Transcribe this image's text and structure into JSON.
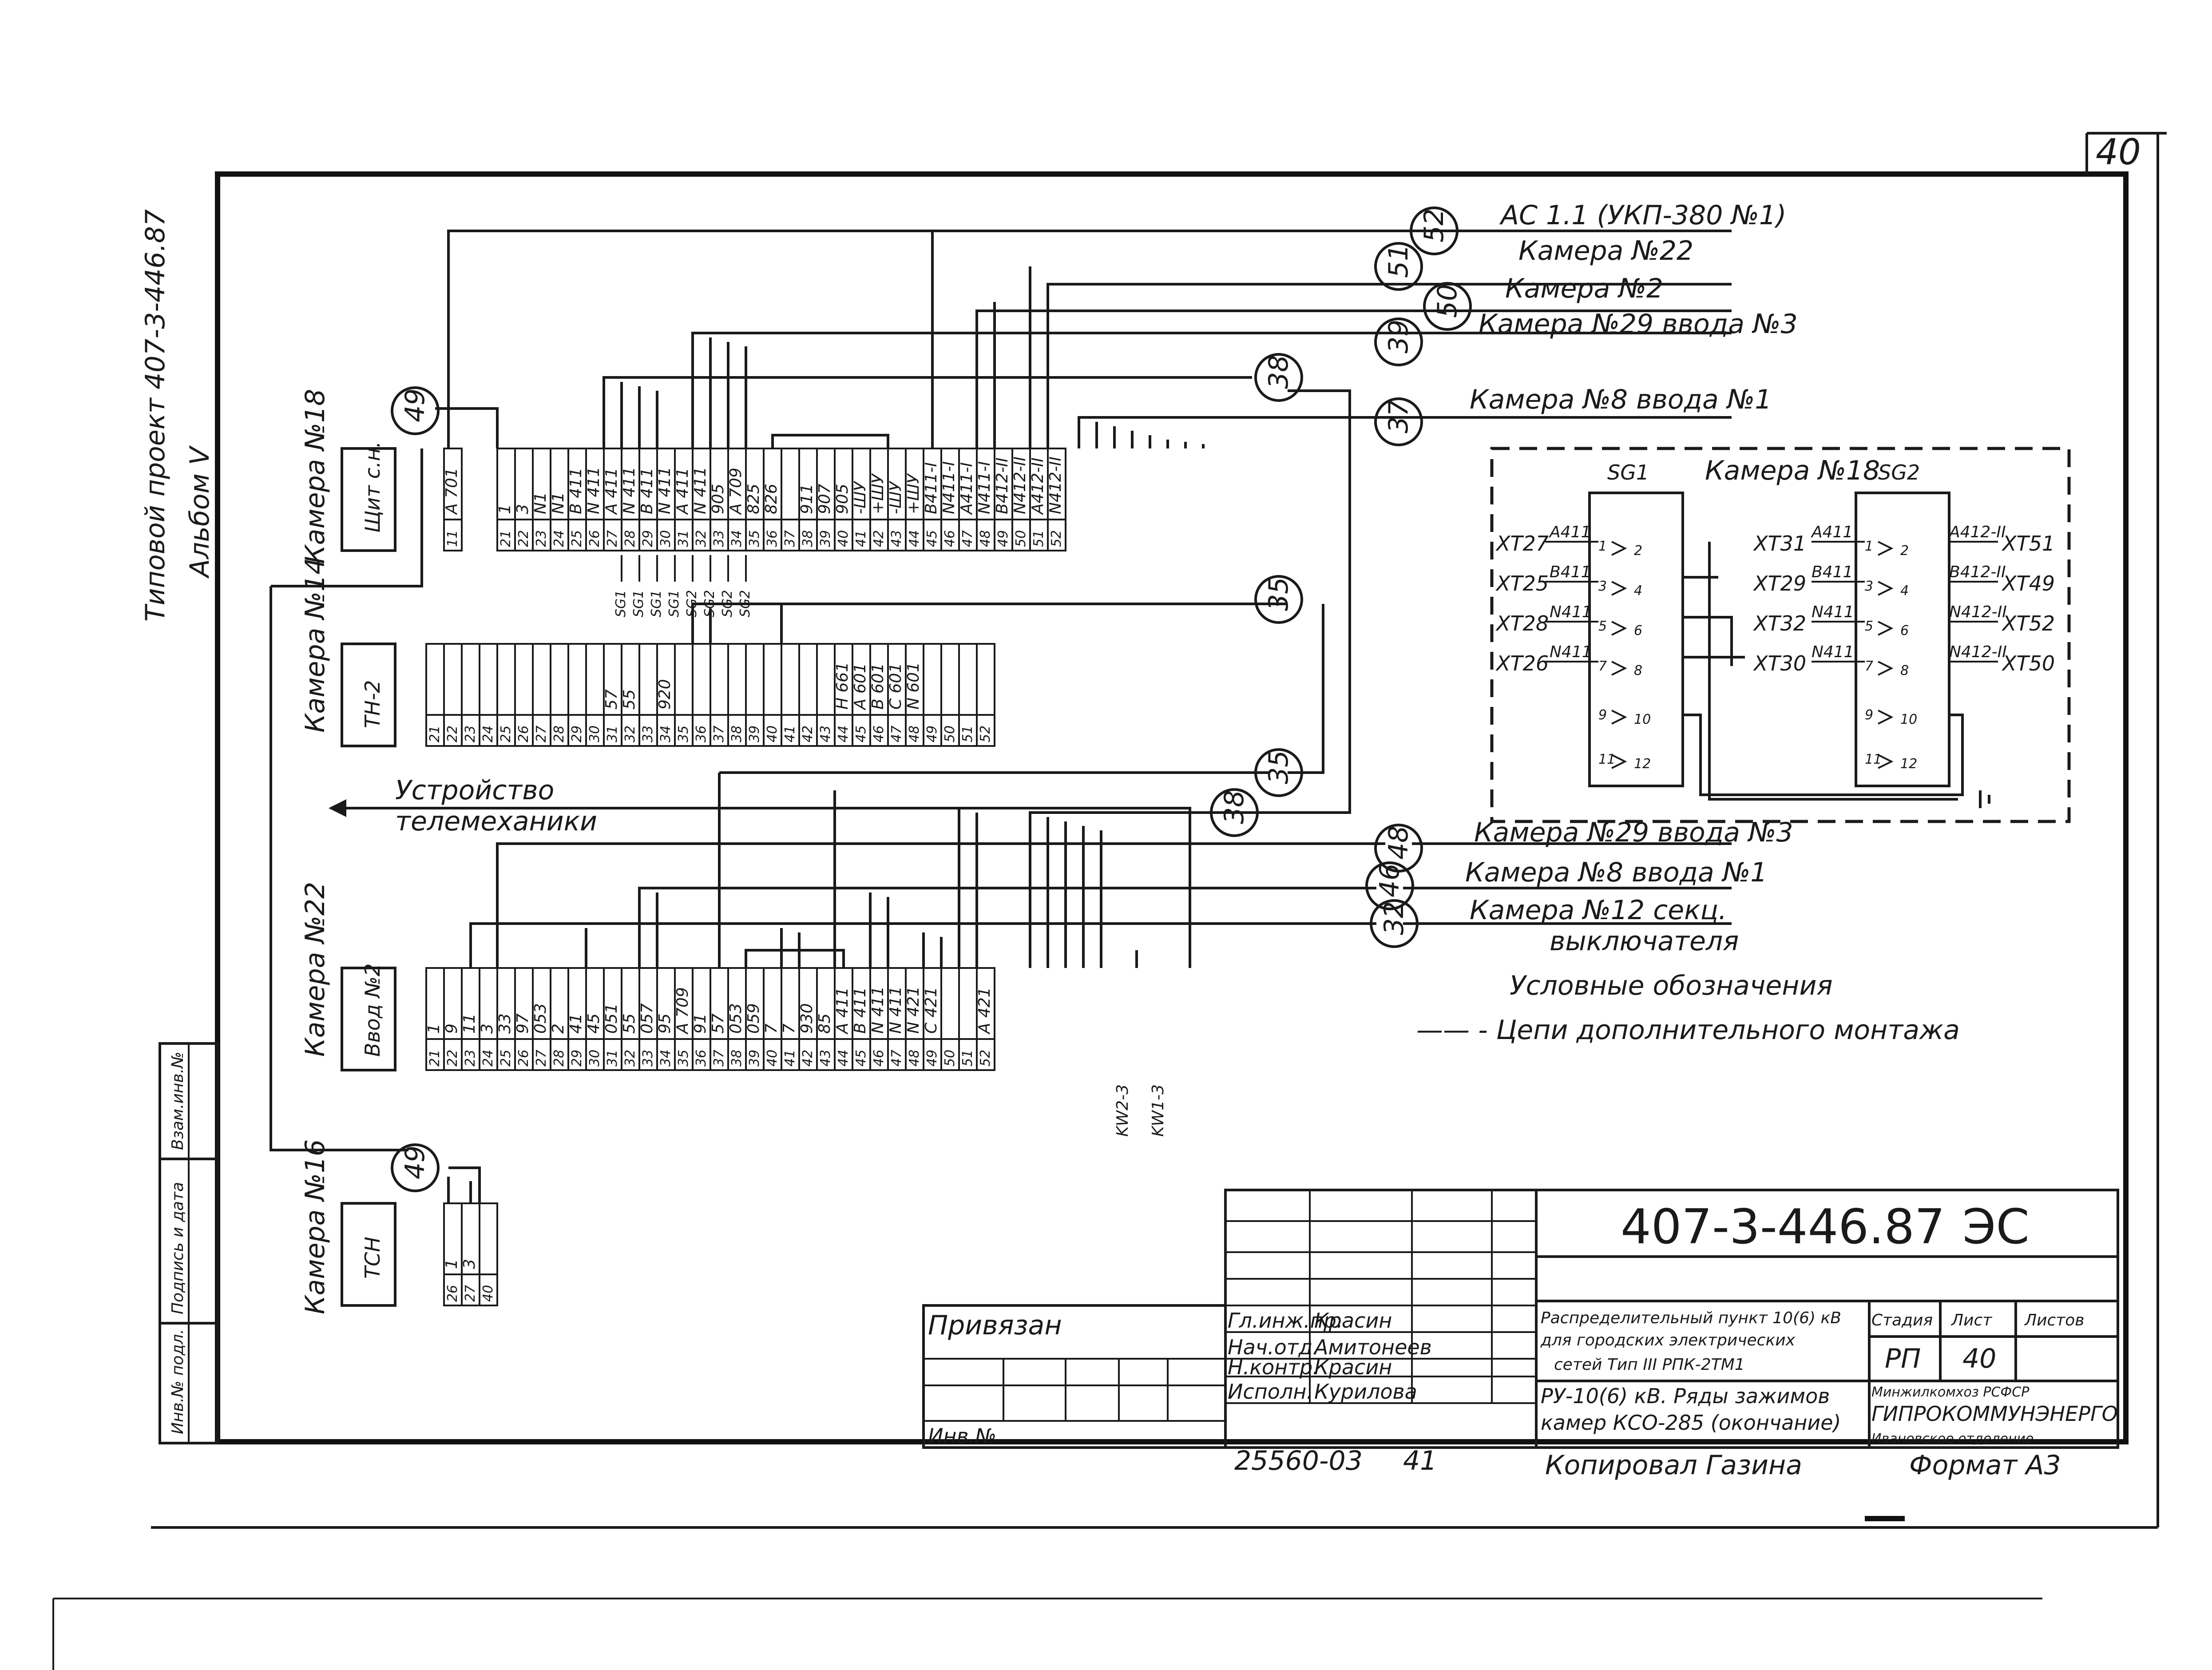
{
  "sheet_number": "40",
  "side_text": {
    "project": "Типовой проект 407-3-446.87",
    "album": "Альбом V"
  },
  "left_stamp": {
    "cells": [
      "Инв.№ подл.",
      "Подпись и дата",
      "Взам.инв.№"
    ]
  },
  "cabinets": {
    "c18": {
      "label": "Камера №18",
      "box": "Щит с.н."
    },
    "c14": {
      "label": "Камера №14",
      "box": "ТН-2"
    },
    "c22": {
      "label": "Камера №22",
      "box": "Ввод №2"
    },
    "c16": {
      "label": "Камера №16",
      "box": "ТСН"
    }
  },
  "strip_18": {
    "numbers": [
      "11",
      "21",
      "22",
      "23",
      "24",
      "25",
      "26",
      "27",
      "28",
      "29",
      "30",
      "31",
      "32",
      "33",
      "34",
      "35",
      "36",
      "37",
      "38",
      "39",
      "40",
      "41",
      "42",
      "43",
      "44",
      "45",
      "46",
      "47",
      "48",
      "49",
      "50",
      "51",
      "52"
    ],
    "marks": [
      "А 701",
      "1",
      "3",
      "N1",
      "N1",
      "В 411",
      "N 411",
      "А 411",
      "N 411",
      "В 411",
      "N 411",
      "А 411",
      "N 411",
      "905",
      "А 709",
      "825",
      "826",
      "",
      "911",
      "907",
      "905",
      "-ШУ",
      "+ШУ",
      "-ШУ",
      "+ШУ",
      "В411-I",
      "N411-I",
      "А411-I",
      "N411-I",
      "В412-II",
      "N412-II",
      "А412-II",
      "N412-II"
    ],
    "sg_labels": [
      "SG1",
      "SG1",
      "SG1",
      "SG1",
      "SG2",
      "SG2",
      "SG2",
      "SG2"
    ]
  },
  "strip_14": {
    "numbers": [
      "21",
      "22",
      "23",
      "24",
      "25",
      "26",
      "27",
      "28",
      "29",
      "30",
      "31",
      "32",
      "33",
      "34",
      "35",
      "36",
      "37",
      "38",
      "39",
      "40",
      "41",
      "42",
      "43",
      "44",
      "45",
      "46",
      "47",
      "48",
      "49",
      "50",
      "51",
      "52"
    ],
    "marks": [
      "",
      "",
      "",
      "",
      "",
      "",
      "",
      "",
      "",
      "",
      "57",
      "55",
      "",
      "920",
      "",
      "",
      "",
      "",
      "",
      "",
      "",
      "",
      "",
      "Н 661",
      "А 601",
      "В 601",
      "С 601",
      "N 601",
      "",
      "",
      "",
      ""
    ]
  },
  "strip_22": {
    "numbers": [
      "21",
      "22",
      "23",
      "24",
      "25",
      "26",
      "27",
      "28",
      "29",
      "30",
      "31",
      "32",
      "33",
      "34",
      "35",
      "36",
      "37",
      "38",
      "39",
      "40",
      "41",
      "42",
      "43",
      "44",
      "45",
      "46",
      "47",
      "48",
      "49",
      "50",
      "51",
      "52"
    ],
    "marks": [
      "1",
      "9",
      "11",
      "3",
      "33",
      "97",
      "053",
      "2",
      "41",
      "45",
      "051",
      "55",
      "057",
      "95",
      "А 709",
      "91",
      "57",
      "053",
      "059",
      "7",
      "7",
      "930",
      "85",
      "А 411",
      "В 411",
      "N 411",
      "N 411",
      "N 421",
      "С 421",
      "",
      "",
      "А 421"
    ],
    "kw_labels": [
      "KW2-3",
      "KW1-3"
    ]
  },
  "strip_16": {
    "numbers": [
      "26",
      "27",
      "40"
    ],
    "marks": [
      "1",
      "3",
      ""
    ]
  },
  "cables": {
    "c52": {
      "num": "52",
      "dest": "АС 1.1 (УКП-380 №1)"
    },
    "c51": {
      "num": "51",
      "dest": "Камера №22"
    },
    "c50": {
      "num": "50",
      "dest": "Камера №2"
    },
    "c39": {
      "num": "39",
      "dest": "Камера №29 ввода №3"
    },
    "c38": {
      "num": "38"
    },
    "c37": {
      "num": "37",
      "dest": "Камера №8 ввода №1"
    },
    "c49": {
      "num": "49"
    },
    "c35": {
      "num": "35"
    },
    "c48": {
      "num": "48",
      "dest": "Камера №29 ввода №3"
    },
    "c46": {
      "num": "46",
      "dest": "Камера №8 ввода №1"
    },
    "c32": {
      "num": "32",
      "dest1": "Камера №12 секц.",
      "dest2": "выключателя"
    }
  },
  "telemech": {
    "line1": "Устройство",
    "line2": "телемеханики"
  },
  "legend": {
    "title": "Условные обозначения",
    "item": "—— - Цепи дополнительного монтажа"
  },
  "inset": {
    "sg1": "SG1",
    "title": "Камера №18",
    "sg2": "SG2",
    "left_ports": [
      "ХТ27",
      "ХТ25",
      "ХТ28",
      "ХТ26"
    ],
    "left_marks": [
      "А411",
      "В411",
      "N411",
      "N411"
    ],
    "mid_ports": [
      "ХТ31",
      "ХТ29",
      "ХТ32",
      "ХТ30"
    ],
    "mid_marks": [
      "А411",
      "В411",
      "N411",
      "N411"
    ],
    "right_marks": [
      "А412-II",
      "В412-II",
      "N412-II",
      "N412-II"
    ],
    "right_ports": [
      "ХТ51",
      "ХТ49",
      "ХТ52",
      "ХТ50"
    ],
    "contacts_left": [
      "1",
      "3",
      "5",
      "7",
      "9",
      "11"
    ],
    "contacts_right": [
      "2",
      "4",
      "6",
      "8",
      "10",
      "12"
    ]
  },
  "title_block": {
    "code": "407-3-446.87",
    "mark": "ЭС",
    "privyazan": "Привязан",
    "inv": "Инв.№",
    "roles": [
      "Гл.инж.пр.",
      "Нач.отд.",
      "Н.контр.",
      "Исполн."
    ],
    "names": [
      "Красин",
      "Амитонеев",
      "Красин",
      "Курилова"
    ],
    "description1": "Распределительный пункт 10(6) кВ",
    "description2": "для городских электрических",
    "description3": "сетей Тип III РПК-2ТМ1",
    "sheet_title1": "РУ-10(6) кВ. Ряды зажимов",
    "sheet_title2": "камер КСО-285 (окончание)",
    "stage_h": "Стадия",
    "sheet_h": "Лист",
    "sheets_h": "Листов",
    "stage": "РП",
    "sheet": "40",
    "org1": "Минжилкомхоз РСФСР",
    "org2": "ГИПРОКОММУНЭНЕРГО",
    "org3": "Ивановское отделение",
    "order": "25560-03",
    "order_sheet": "41",
    "copied": "Копировал Газина",
    "format": "Формат А3"
  }
}
